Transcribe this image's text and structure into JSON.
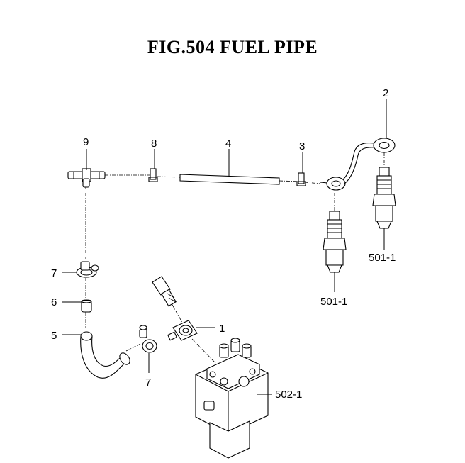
{
  "title": "FIG.504  FUEL PIPE",
  "callouts": {
    "c1": "1",
    "c2": "2",
    "c3": "3",
    "c4": "4",
    "c5": "5",
    "c6": "6",
    "c7a": "7",
    "c7b": "7",
    "c8": "8",
    "c9": "9",
    "c501a": "501-1",
    "c501b": "501-1",
    "c502": "502-1"
  }
}
